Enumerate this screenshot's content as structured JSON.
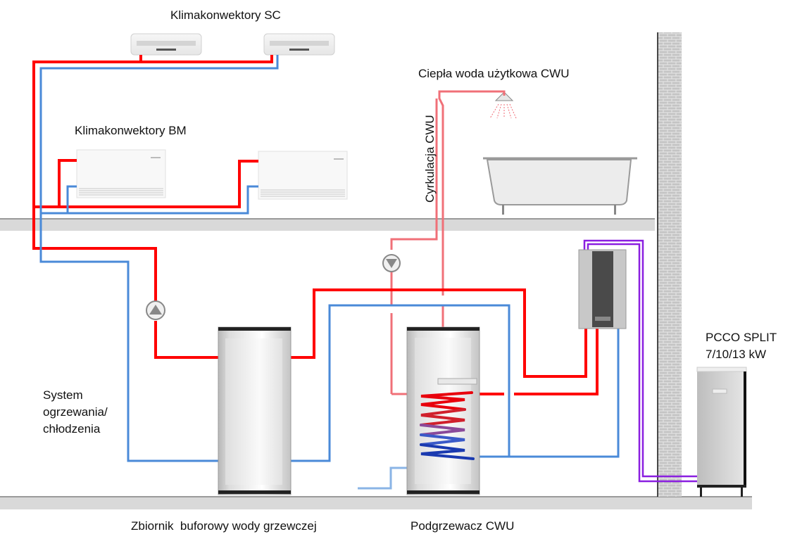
{
  "diagram": {
    "type": "heating-system-schematic",
    "labels": {
      "sc_units": "Klimakonwektory SC",
      "bm_units": "Klimakonwektory BM",
      "dhw": "Ciepła woda użytkowa CWU",
      "circulation": "Cyrkulacja CWU",
      "system_line1": "System",
      "system_line2": "ogrzewania/",
      "system_line3": "chłodzenia",
      "buffer_tank": "Zbiornik  buforowy wody grzewczej",
      "dhw_heater": "Podgrzewacz CWU",
      "heat_pump_line1": "PCCO SPLIT",
      "heat_pump_line2": "7/10/13 kW"
    },
    "colors": {
      "supply_pipe": "#ff0000",
      "return_pipe": "#4a8ad8",
      "dhw_pipe": "#f07078",
      "cold_water_pipe": "#8ab4e6",
      "refrigerant_pipe": "#8a1fe0",
      "floor": "#d9d9d9",
      "wall": "#c8c8c8"
    },
    "components": [
      {
        "name": "fan-coil-sc",
        "count": 2
      },
      {
        "name": "fan-coil-bm",
        "count": 2
      },
      {
        "name": "circulation-pump",
        "count": 2
      },
      {
        "name": "buffer-tank",
        "count": 1
      },
      {
        "name": "dhw-cylinder",
        "count": 1
      },
      {
        "name": "indoor-hydro-unit",
        "count": 1
      },
      {
        "name": "outdoor-heat-pump",
        "count": 1
      },
      {
        "name": "shower-head",
        "count": 1
      },
      {
        "name": "bathtub",
        "count": 1
      }
    ]
  }
}
